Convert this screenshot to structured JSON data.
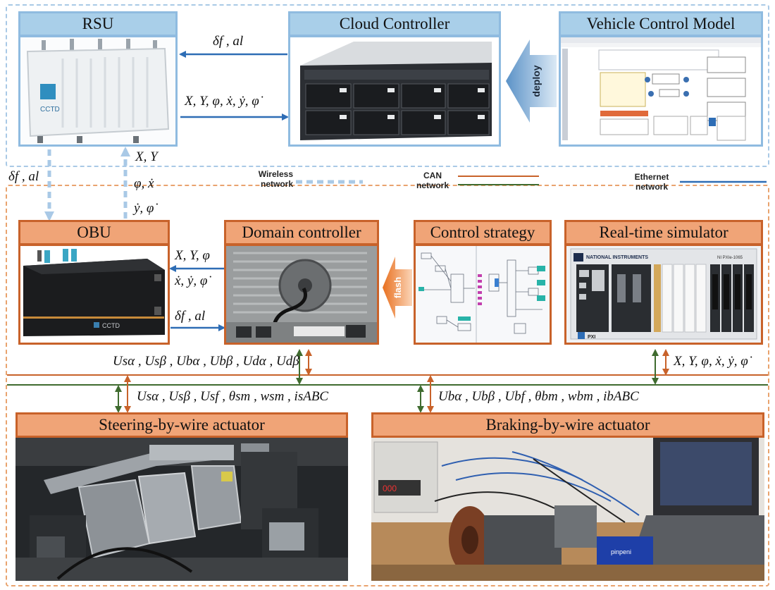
{
  "boxes": {
    "rsu": "RSU",
    "cloud": "Cloud Controller",
    "vehicle_model": "Vehicle Control Model",
    "obu": "OBU",
    "domain": "Domain controller",
    "strategy": "Control strategy",
    "simulator": "Real-time simulator",
    "steering": "Steering-by-wire actuator",
    "braking": "Braking-by-wire actuator"
  },
  "arrow_labels": {
    "deploy": "deploy",
    "flash": "flash"
  },
  "legend": {
    "wireless": "Wireless network",
    "can": "CAN network",
    "ethernet": "Ethernet network"
  },
  "signals": {
    "rsu_from_cloud": "δf , al",
    "rsu_to_cloud": "X, Y, φ, ẋ, ẏ, φ̇",
    "down_wireless": "δf , al",
    "up_wireless_1": "X, Y",
    "up_wireless_2": "φ, ẋ",
    "up_wireless_3": "ẏ, φ̇",
    "obu_from_domain_1": "X, Y, φ",
    "obu_from_domain_2": "ẋ, ẏ, φ̇",
    "obu_to_domain": "δf , al",
    "domain_bus": "Usα , Usβ , Ubα , Ubβ , Udα , Udβ",
    "simulator_bus": "X, Y, φ, ẋ, ẏ, φ̇",
    "steering_bus": "Usα , Usβ , Usf , θsm , wsm , isABC",
    "braking_bus": "Ubα , Ubβ , Ubf , θbm , wbm , ibABC"
  },
  "device_text": {
    "rsu_brand": "CCTD",
    "obu_brand": "CCTD",
    "ni_brand": "NATIONAL INSTRUMENTS",
    "ni_model": "NI PXIe-1065",
    "pxi": "PXI",
    "brake_box": "pinpeni"
  },
  "colors": {
    "blue_header": "#a9cfe9",
    "orange_header": "#f0a477",
    "ethernet_blue": "#2e6db5",
    "can_orange": "#c8622a",
    "can_green": "#3f6b2f",
    "wireless": "#a9c9e6"
  }
}
